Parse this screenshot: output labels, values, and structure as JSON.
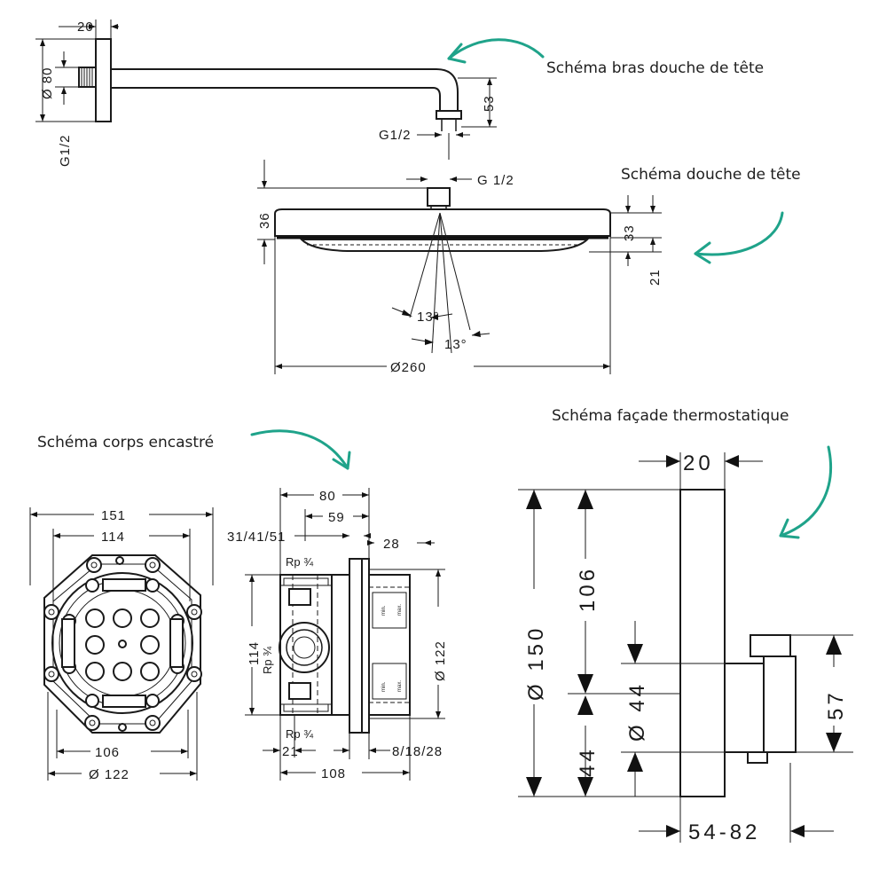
{
  "captions": {
    "shower_arm": "Schéma bras douche de tête",
    "shower_head": "Schéma douche de tête",
    "thermostatic_face": "Schéma façade thermostatique",
    "concealed_body": "Schéma corps encastré"
  },
  "shower_arm": {
    "dim_wall_depth": "20",
    "dim_diameter": "Ø 80",
    "dim_thread_wall": "G1/2",
    "dim_drop": "53",
    "dim_thread_outlet": "G1/2"
  },
  "shower_head": {
    "dim_thread": "G 1/2",
    "dim_total_height": "36",
    "dim_head_height": "33",
    "dim_nozzle": "21",
    "dim_angle_1": "13°",
    "dim_angle_2": "13°",
    "dim_diameter": "Ø260"
  },
  "concealed_body_front": {
    "dim_overall": "151",
    "dim_inner": "114",
    "dim_bottom_inner": "106",
    "dim_bottom_diameter": "Ø 122"
  },
  "concealed_body_side": {
    "dim_top_80": "80",
    "dim_top_59": "59",
    "dim_depths": "31/41/51",
    "dim_28": "28",
    "thread_top": "Rp ¾",
    "thread_side": "Rp ¾",
    "thread_bottom": "Rp ¾",
    "dim_height": "114",
    "dim_diameter": "Ø 122",
    "dim_21": "21",
    "dim_ext": "8/18/28",
    "dim_108": "108",
    "label_min_top": "min.",
    "label_max_top": "max.",
    "label_min_bottom": "min.",
    "label_max_bottom": "max."
  },
  "thermostatic_face": {
    "dim_depth": "20",
    "dim_diameter": "Ø 150",
    "dim_106": "106",
    "dim_diameter_44": "Ø 44",
    "dim_44": "44",
    "dim_57": "57",
    "dim_range": "54-82"
  },
  "colors": {
    "accent_arrow": "#1fa38a",
    "line": "#1a1a1a"
  }
}
